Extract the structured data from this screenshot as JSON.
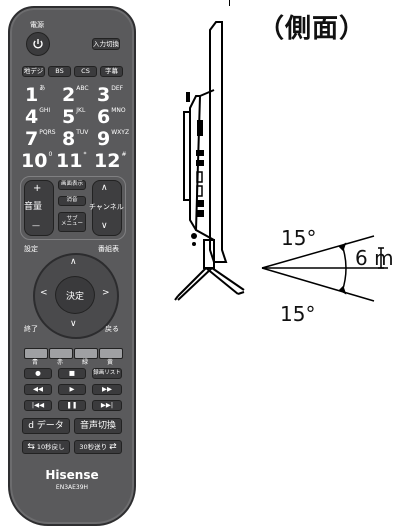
{
  "side_view": {
    "title": "（側面）",
    "angle_upper": "15°",
    "angle_lower": "15°",
    "distance": "6 m"
  },
  "remote": {
    "power_label": "電源",
    "input_switch": "入力切換",
    "broadcast": [
      "地デジ",
      "BS",
      "CS",
      "字幕"
    ],
    "numbers": [
      {
        "n": "1",
        "sub": "あ"
      },
      {
        "n": "2",
        "sub": "ABC"
      },
      {
        "n": "3",
        "sub": "DEF"
      },
      {
        "n": "4",
        "sub": "GHI"
      },
      {
        "n": "5",
        "sub": "JKL"
      },
      {
        "n": "6",
        "sub": "MNO"
      },
      {
        "n": "7",
        "sub": "PQRS"
      },
      {
        "n": "8",
        "sub": "TUV"
      },
      {
        "n": "9",
        "sub": "WXYZ"
      },
      {
        "n": "10",
        "sub": "0"
      },
      {
        "n": "11",
        "sub": "*"
      },
      {
        "n": "12",
        "sub": "#"
      }
    ],
    "volume_plus": "+",
    "volume_label": "音量",
    "volume_minus": "—",
    "screen_display": "画面表示",
    "mute": "消音",
    "sub_menu": "サブ\nメニュー",
    "channel_up": "∧",
    "channel_label": "チャンネル",
    "channel_down": "∨",
    "settings": "設定",
    "program_guide": "番組表",
    "enter": "決定",
    "exit": "終了",
    "back": "戻る",
    "color_labels": [
      "青",
      "赤",
      "緑",
      "黄"
    ],
    "record_list": "録画リスト",
    "data": "d データ",
    "audio_switch": "音声切換",
    "skip_back": "10秒戻し",
    "skip_forward": "30秒送り",
    "brand": "Hisense",
    "model": "EN3AE39H"
  },
  "colors": {
    "remote_body": "#5a5a5c",
    "button": "#3b3b3d",
    "blue": "#3a66c9",
    "red": "#d33a3a",
    "green": "#3aa64e",
    "yellow": "#e6c533"
  }
}
